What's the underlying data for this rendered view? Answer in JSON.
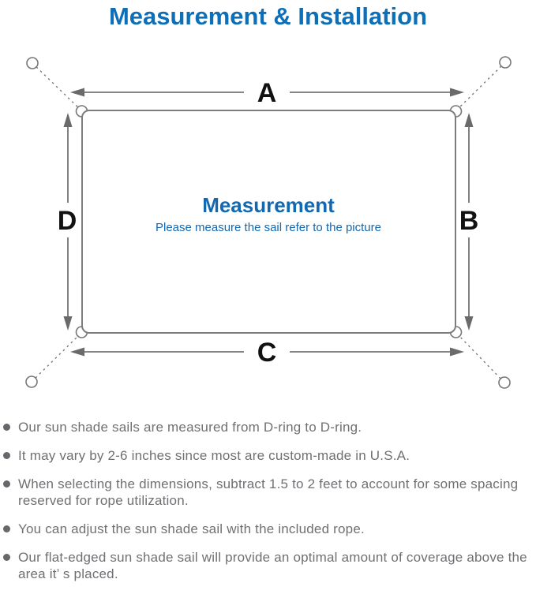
{
  "title": "Measurement & Installation",
  "diagram": {
    "labels": {
      "top": "A",
      "right": "B",
      "bottom": "C",
      "left": "D"
    },
    "center_heading": "Measurement",
    "center_subtitle": "Please measure the sail refer to the picture",
    "colors": {
      "accent_blue": "#0d6fb8",
      "center_blue": "#1268b1",
      "outline_gray": "#7d7d7d",
      "arrow_gray": "#6a6a6a",
      "label_black": "#111111"
    }
  },
  "notes": {
    "text_color": "#6f7073",
    "items": [
      "Our sun shade sails are measured from D-ring to D-ring.",
      "It may vary by 2-6 inches since most are custom-made in U.S.A.",
      "When selecting the dimensions, subtract 1.5 to 2 feet to account for some spacing reserved for rope utilization.",
      "You can adjust the sun shade sail with the included rope.",
      "Our flat-edged sun shade sail will provide an optimal amount of coverage above the area it’ s placed."
    ]
  }
}
